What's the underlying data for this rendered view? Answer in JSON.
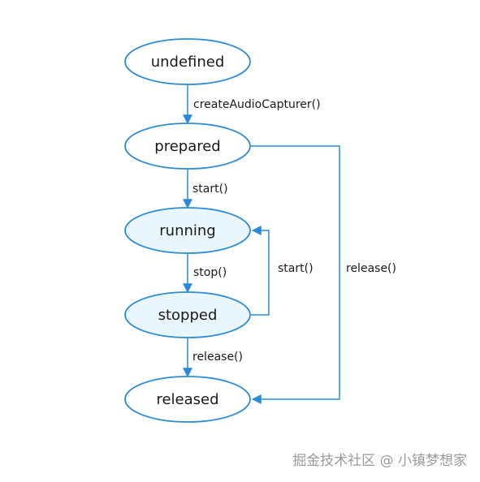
{
  "states": {
    "undefined": "undefined",
    "prepared": "prepared",
    "running": "running",
    "stopped": "stopped",
    "released": "released"
  },
  "transitions": {
    "undefined_to_prepared": "createAudioCapturer()",
    "prepared_to_running": "start()",
    "running_to_stopped": "stop()",
    "stopped_to_running": "start()",
    "prepared_to_released": "release()",
    "stopped_to_released": "release()"
  },
  "colors": {
    "stroke": "#2b8bd6",
    "highlight_fill": "#eaf6fd",
    "plain_fill": "#ffffff"
  },
  "watermark": "掘金技术社区 @ 小镇梦想家"
}
